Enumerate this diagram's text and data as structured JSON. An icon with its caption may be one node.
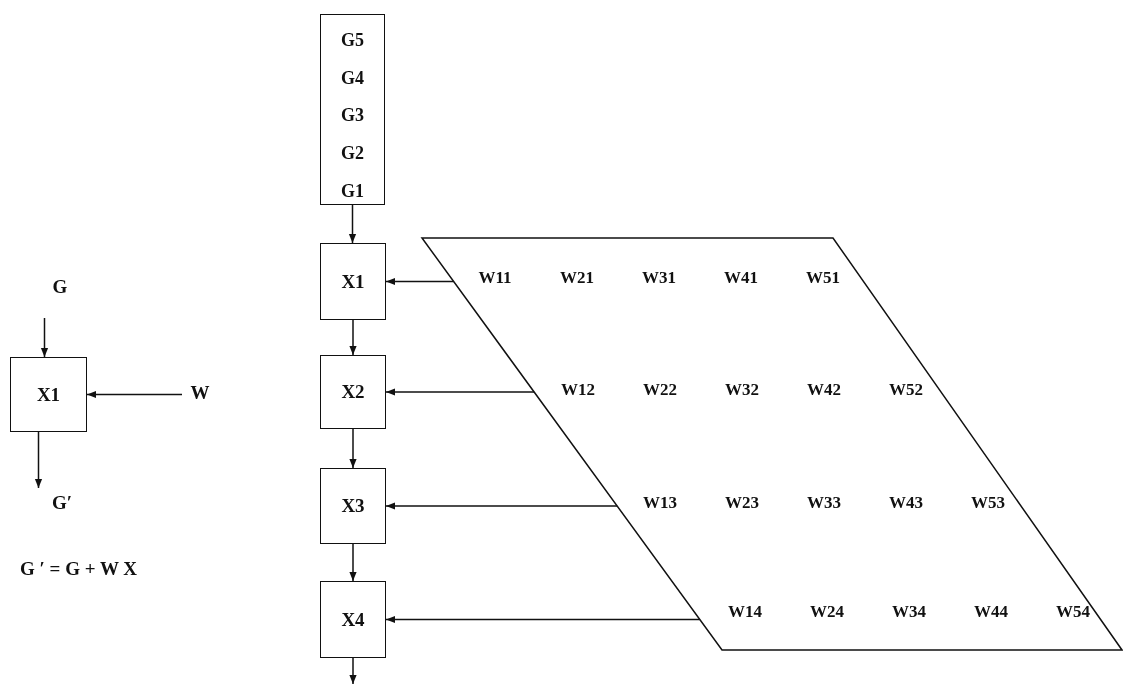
{
  "diagram": {
    "nodes": [
      {
        "text": [
          "G"
        ]
      },
      {
        "text": [
          "X1"
        ]
      },
      {
        "text": [
          "W"
        ]
      },
      {
        "text": [
          "G′"
        ]
      },
      {
        "text": [
          "G5",
          "G4",
          "G3",
          "G2",
          "G1"
        ]
      },
      {
        "text": [
          "X1"
        ]
      },
      {
        "text": [
          "X2"
        ]
      },
      {
        "text": [
          "X3"
        ]
      },
      {
        "text": [
          "X4"
        ]
      },
      {
        "text": [
          "W11",
          "W21",
          "W31",
          "W41",
          "W51",
          "W12",
          "W22",
          "W32",
          "W42",
          "W52",
          "W13",
          "W23",
          "W33",
          "W43",
          "W53",
          "W14",
          "W24",
          "W34",
          "W44",
          "W54"
        ]
      }
    ],
    "edges": [
      {
        "from": 0,
        "to": 1,
        "arrow": "to"
      },
      {
        "from": 2,
        "to": 1,
        "arrow": "to"
      },
      {
        "from": 1,
        "to": 3,
        "arrow": "to"
      },
      {
        "from": 4,
        "to": 5,
        "arrow": "to"
      },
      {
        "from": 5,
        "to": 6,
        "arrow": "to"
      },
      {
        "from": 6,
        "to": 7,
        "arrow": "to"
      },
      {
        "from": 7,
        "to": 8,
        "arrow": "to"
      },
      {
        "from": 8,
        "to": null,
        "arrow": "to"
      },
      {
        "from": 9,
        "to": 5,
        "arrow": "to"
      },
      {
        "from": 9,
        "to": 6,
        "arrow": "to"
      },
      {
        "from": 9,
        "to": 7,
        "arrow": "to"
      },
      {
        "from": 9,
        "to": 8,
        "arrow": "to"
      }
    ],
    "labels": [
      "G ′ = G + W X"
    ]
  }
}
